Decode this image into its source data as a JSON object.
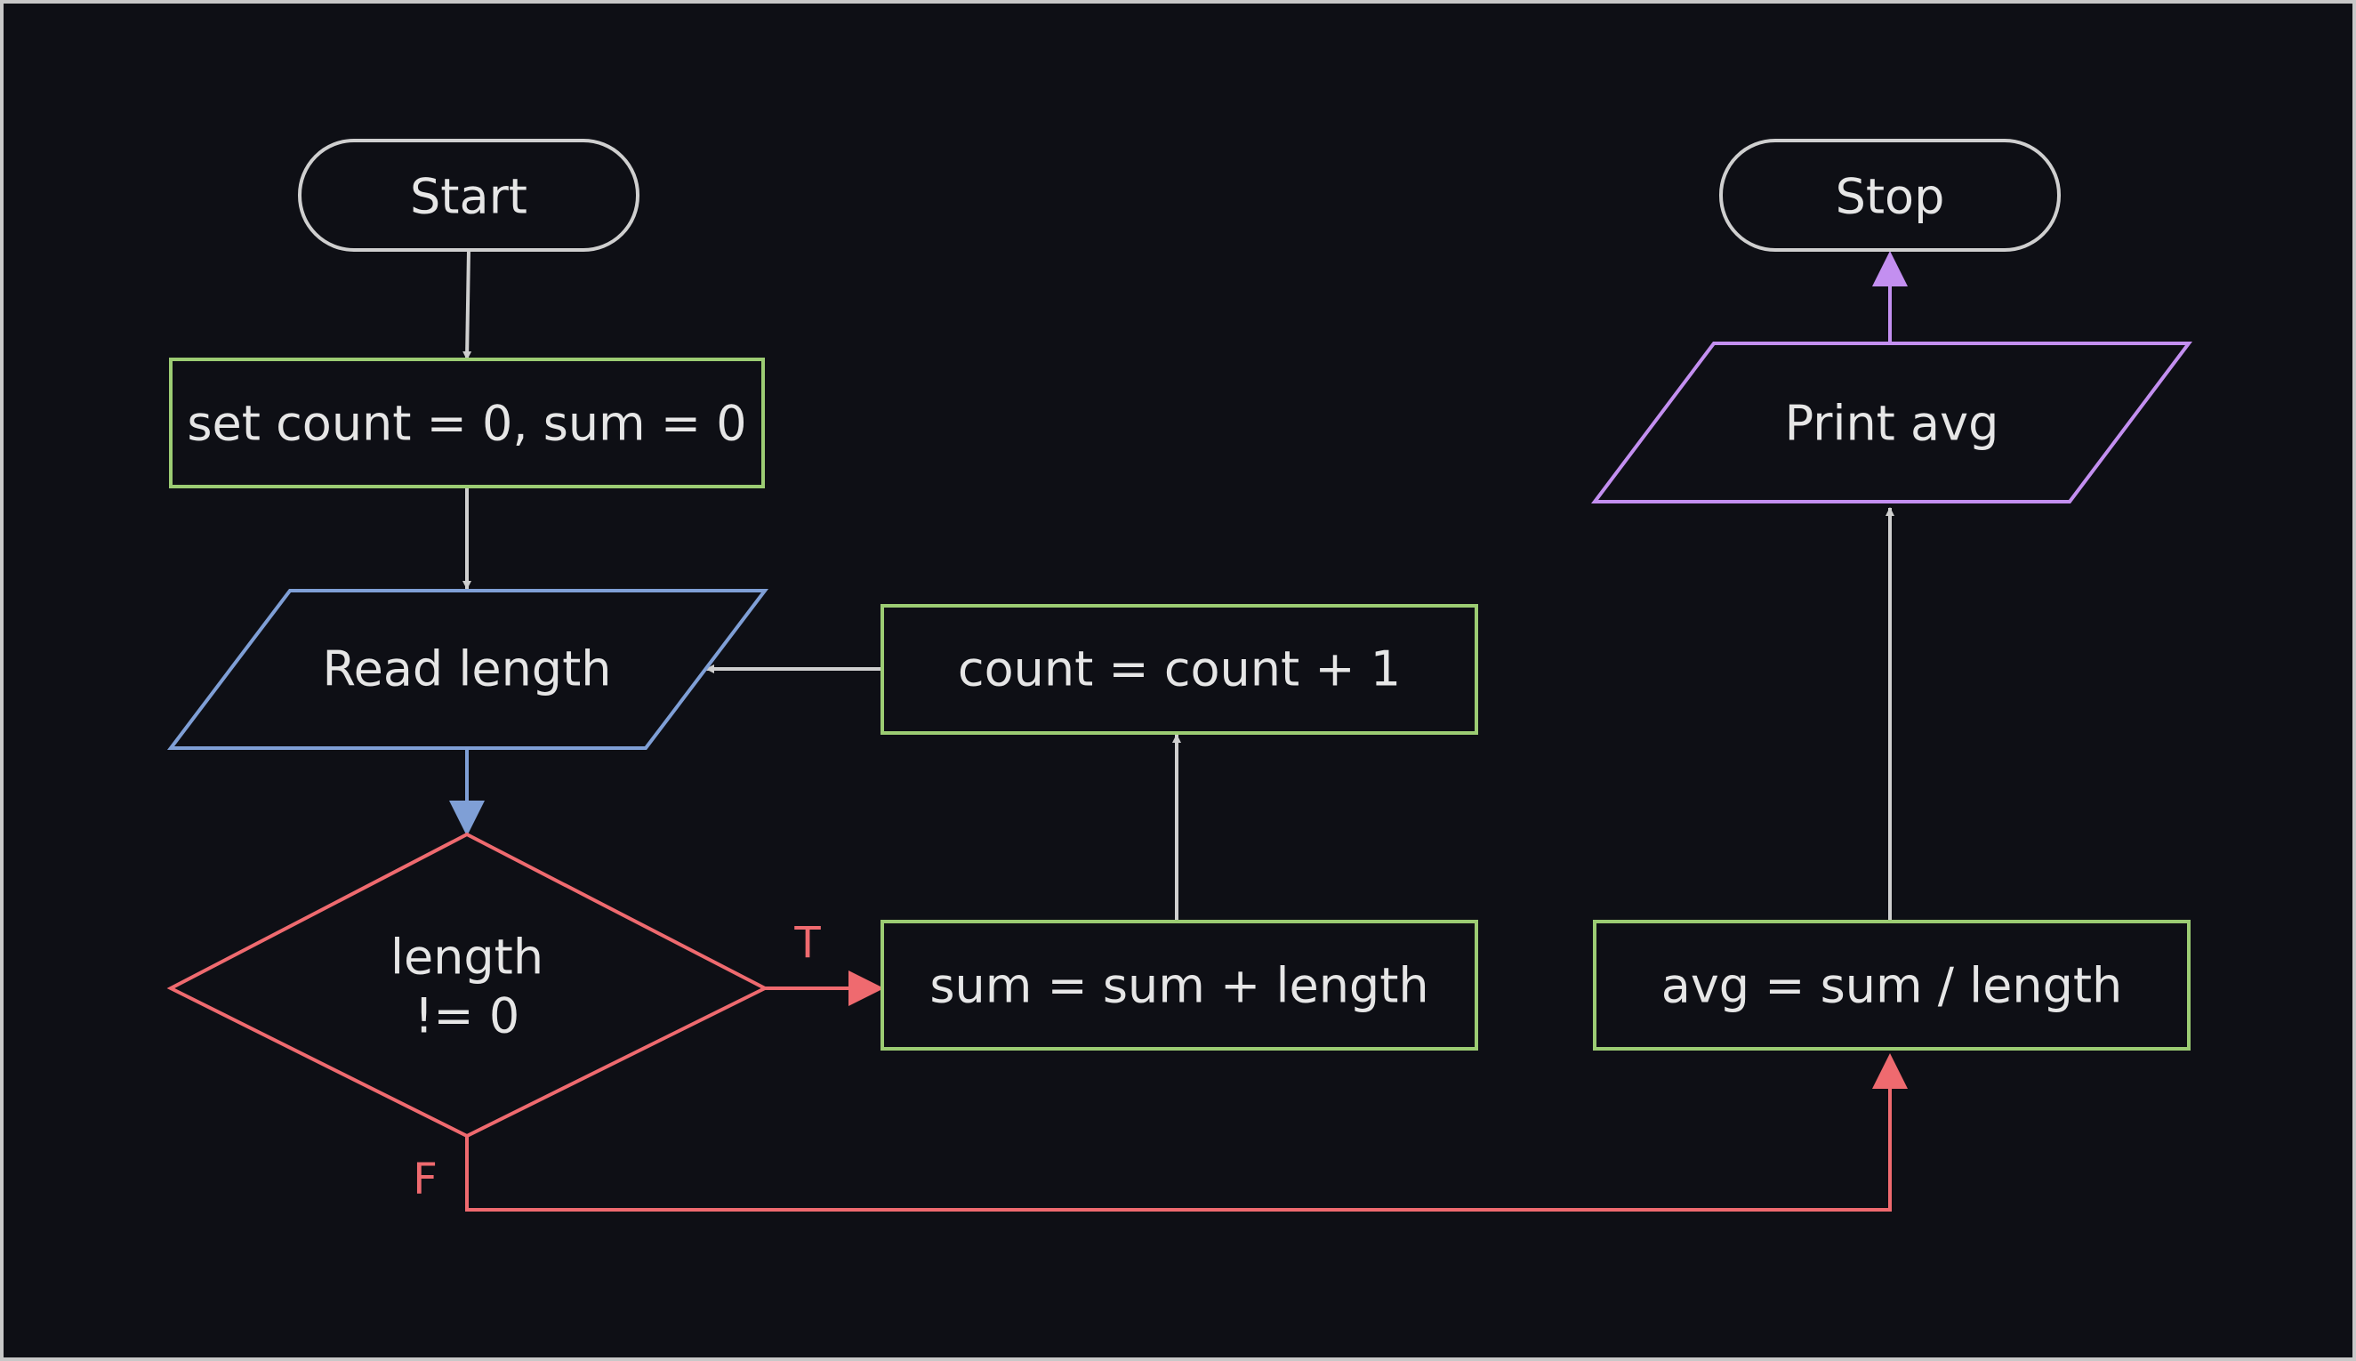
{
  "flowchart": {
    "colors": {
      "background": "#0e0f15",
      "terminal": "#cfcfcf",
      "process": "#9ccc73",
      "input": "#7f9fd6",
      "decision": "#ef6a6f",
      "output": "#c38ff0",
      "edge": "#cfcfcf"
    },
    "nodes": {
      "start": {
        "label": "Start",
        "shape": "terminal"
      },
      "init": {
        "label": "set count = 0, sum = 0",
        "shape": "process"
      },
      "read": {
        "label": "Read length",
        "shape": "input"
      },
      "decision": {
        "line1": "length",
        "line2": "!= 0",
        "shape": "decision"
      },
      "sum": {
        "label": "sum = sum + length",
        "shape": "process"
      },
      "count": {
        "label": "count = count + 1",
        "shape": "process"
      },
      "avg": {
        "label": "avg = sum / length",
        "shape": "process"
      },
      "print": {
        "label": "Print avg",
        "shape": "output"
      },
      "stop": {
        "label": "Stop",
        "shape": "terminal"
      }
    },
    "edges": {
      "true_label": "T",
      "false_label": "F"
    }
  }
}
